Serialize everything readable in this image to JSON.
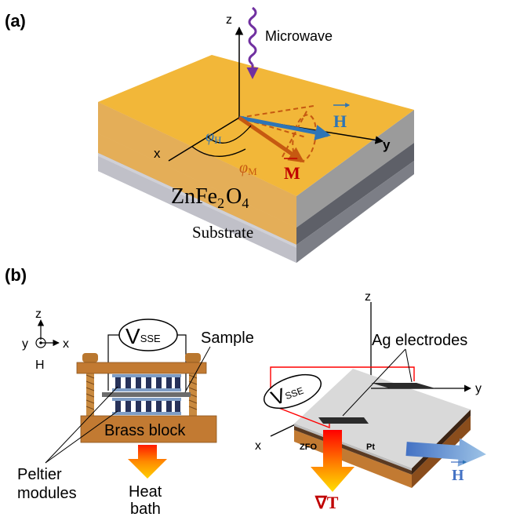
{
  "panel_a": {
    "label": "(a)",
    "axis_z": "z",
    "axis_x": "x",
    "axis_y": "y",
    "microwave": "Microwave",
    "phi_h": "φ",
    "phi_h_sub": "H",
    "phi_m": "φ",
    "phi_m_sub": "M",
    "h_vector": "H",
    "m_vector": "M",
    "film_name": "ZnFe",
    "film_sub1": "2",
    "film_o": "O",
    "film_sub2": "4",
    "substrate": "Substrate"
  },
  "panel_b": {
    "label": "(b)",
    "coord_z": "z",
    "coord_y": "y",
    "coord_x": "x",
    "coord_h": "H",
    "vsse_left": "V",
    "vsse_left_sub": "SSE",
    "sample": "Sample",
    "brass_block": "Brass block",
    "peltier_line1": "Peltier",
    "peltier_line2": "modules",
    "heat_line1": "Heat",
    "heat_line2": "bath",
    "right_z": "z",
    "right_y": "y",
    "right_x": "x",
    "ag_electrodes": "Ag electrodes",
    "vsse_right": "V",
    "vsse_right_sub": "SSE",
    "zfo": "ZFO",
    "pt": "Pt",
    "h_vector": "H",
    "grad_t": "∇T"
  },
  "colors": {
    "film_top": "#f2b739",
    "film_front": "#e2ad55",
    "substrate": "#c0c0c8",
    "h_arrow": "#2e75b6",
    "m_arrow": "#c65911",
    "microwave": "#7030a0",
    "brass": "#c27a32",
    "grad_red": "#c00000"
  }
}
